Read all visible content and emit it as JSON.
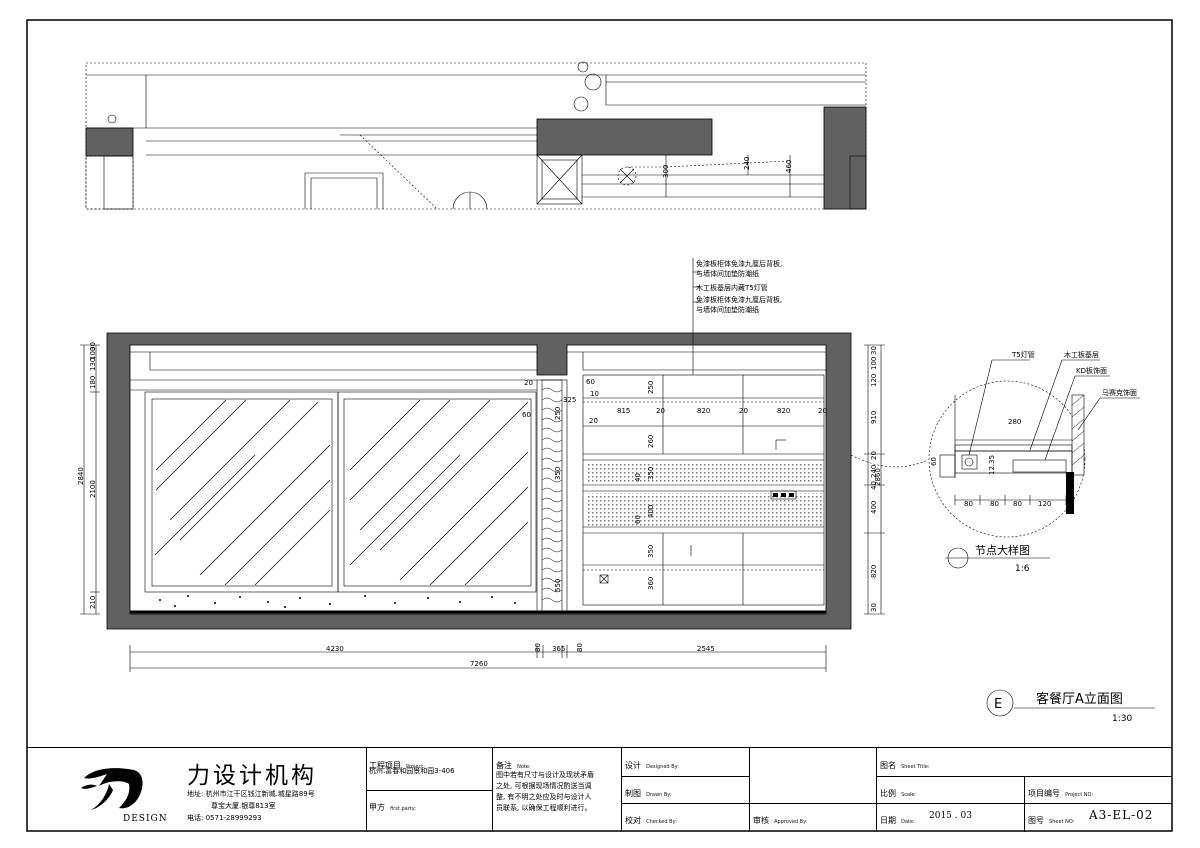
{
  "drawing": {
    "title": "客餐厅A立面图",
    "title_marker": "E",
    "title_scale": "1:30",
    "detail_title": "节点大样图",
    "detail_scale": "1:6"
  },
  "annotations": {
    "note_1_line1": "免漆板柜体免漆九厘后背板,",
    "note_1_line2": "与墙体间加垫防潮纸",
    "note_2": "木工板基层内藏T5灯管",
    "note_3_line1": "免漆板柜体免漆九厘后背板,",
    "note_3_line2": "与墙体间加垫防潮纸",
    "detail_t5": "T5灯管",
    "detail_base": "木工板基层",
    "detail_kd": "KD板饰面",
    "detail_mosaic": "马赛克饰面"
  },
  "dimensions": {
    "bottom_left": "4230",
    "bottom_total": "7260",
    "bottom_mid1": "80",
    "bottom_mid2": "365",
    "bottom_mid3": "80",
    "bottom_right": "2545",
    "left_2840": "2840",
    "left_2100": "2100",
    "left_210": "210",
    "left_180": "180",
    "left_130": "130",
    "left_100": "100",
    "left_30": "30",
    "right_2860": "2860",
    "right_910": "910",
    "right_240": "240",
    "right_400": "400",
    "right_820": "820",
    "right_30a": "30",
    "right_100": "100",
    "right_120": "120",
    "right_20": "20",
    "right_30b": "30",
    "right_40": "40",
    "cab_815": "815",
    "cab_820a": "820",
    "cab_820b": "820",
    "cab_20a": "20",
    "cab_20b": "20",
    "cab_20c": "20",
    "cab_20d": "20",
    "cab_60": "60",
    "cab_10": "10",
    "cab_250": "250",
    "cab_260": "260",
    "cab_350a": "350",
    "cab_350b": "350",
    "cab_360": "360",
    "cab_400": "400",
    "cab_40": "40",
    "cab_60b": "60",
    "wall_20": "20",
    "wall_60": "60",
    "wall_325": "325",
    "wall_350": "350",
    "wall_250": "250",
    "wall_550": "550",
    "plan_300": "300",
    "plan_240": "240",
    "plan_460": "460",
    "det_280": "280",
    "det_60": "60",
    "det_1235": "12.35",
    "det_80a": "80",
    "det_80b": "80",
    "det_80c": "80",
    "det_120": "120"
  },
  "titleblock": {
    "firm_name": "力设计机构",
    "design_word": "DESIGN",
    "address_1": "地址: 杭州市江干区钱江新城.城星路89号",
    "address_2": "尊宝大厦.银尊813室",
    "phone": "电话: 0571-28999293",
    "project_label": "工程项目",
    "project_label_en": "Project:",
    "project_value": "杭州.富春和园景和园3-406",
    "client_label": "甲方",
    "client_label_en": "first party:",
    "note_label": "备注",
    "note_label_en": "Note:",
    "note_text_1": "图中若有尺寸与设计及现状矛盾",
    "note_text_2": "之处, 可根据现场情况酌送当调",
    "note_text_3": "整, 有不明之处应及时与设计人",
    "note_text_4": "员联系, 以确保工程顺利进行。",
    "designed_label": "设计",
    "designed_label_en": "Designed By:",
    "drawn_label": "制图",
    "drawn_label_en": "Drawn By:",
    "checked_label": "校对",
    "checked_label_en": "Checked By:",
    "approved_label": "审核",
    "approved_label_en": "Approved By:",
    "sheet_title_label": "图名",
    "sheet_title_label_en": "Sheet Title:",
    "scale_label": "比例",
    "scale_label_en": "Scale:",
    "project_no_label": "项目编号",
    "project_no_label_en": "Project NO:",
    "date_label": "日期",
    "date_label_en": "Date:",
    "date_value": "2015 . 03",
    "sheet_no_label": "图号",
    "sheet_no_label_en": "Sheet NO:",
    "sheet_no_value": "A3-EL-02"
  }
}
